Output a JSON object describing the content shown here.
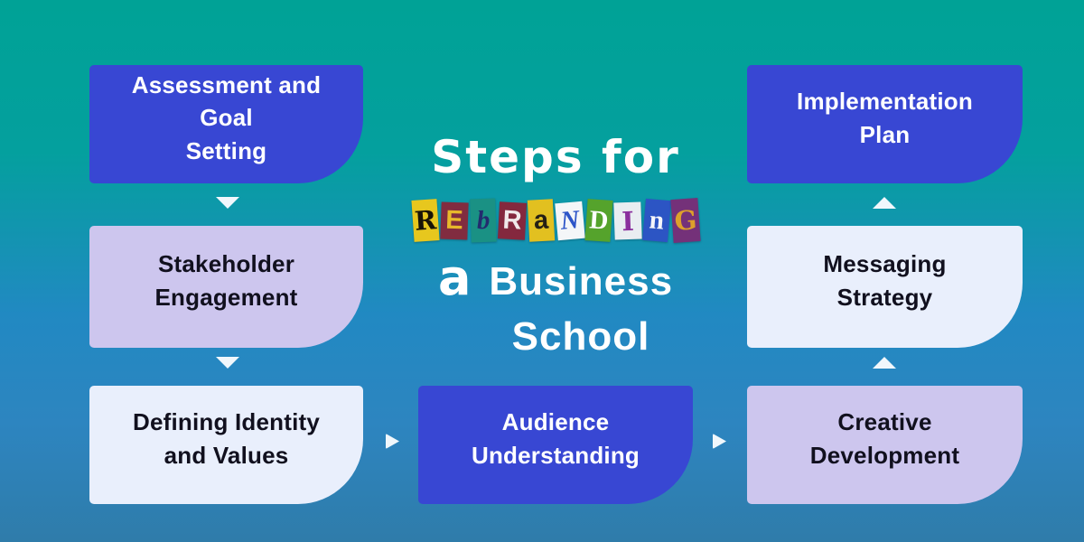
{
  "title": {
    "line1": "Steps for",
    "ransom_word": "REBRANDING",
    "ransom_letters": [
      {
        "char": "R",
        "bg": "#e7c71e",
        "fg": "#191407",
        "font": "dserif",
        "tilt": -4
      },
      {
        "char": "E",
        "bg": "#812c40",
        "fg": "#e8b92b",
        "font": "sans",
        "tilt": 2
      },
      {
        "char": "b",
        "bg": "#1a9184",
        "fg": "#232b6e",
        "font": "serif-italic",
        "tilt": -2
      },
      {
        "char": "R",
        "bg": "#84283e",
        "fg": "#f0e9ea",
        "font": "sans",
        "tilt": 3
      },
      {
        "char": "a",
        "bg": "#e2c020",
        "fg": "#252015",
        "font": "sans",
        "tilt": -3
      },
      {
        "char": "N",
        "bg": "#f4f6f8",
        "fg": "#2d55c8",
        "font": "serif-italic",
        "tilt": -5
      },
      {
        "char": "D",
        "bg": "#55a32c",
        "fg": "#ffffff",
        "font": "serif",
        "tilt": 4
      },
      {
        "char": "I",
        "bg": "#e9edf1",
        "fg": "#8a2f9d",
        "font": "dserif",
        "tilt": -2
      },
      {
        "char": "n",
        "bg": "#2c55c4",
        "fg": "#f5f6fa",
        "font": "serif",
        "tilt": 5
      },
      {
        "char": "G",
        "bg": "#743179",
        "fg": "#dda02b",
        "font": "dserif",
        "tilt": -4
      }
    ],
    "line2_article": "a",
    "line2_word": "Business",
    "line3": "School"
  },
  "steps": [
    {
      "id": "assessment",
      "label": "Assessment and Goal Setting",
      "lines": [
        "Assessment and Goal",
        "Setting"
      ]
    },
    {
      "id": "stakeholder",
      "label": "Stakeholder Engagement",
      "lines": [
        "Stakeholder",
        "Engagement"
      ]
    },
    {
      "id": "defining",
      "label": "Defining Identity and Values",
      "lines": [
        "Defining Identity",
        "and Values"
      ]
    },
    {
      "id": "audience",
      "label": "Audience Understanding",
      "lines": [
        "Audience",
        "Understanding"
      ]
    },
    {
      "id": "implementation",
      "label": "Implementation Plan",
      "lines": [
        "Implementation",
        "Plan"
      ]
    },
    {
      "id": "messaging",
      "label": "Messaging Strategy",
      "lines": [
        "Messaging",
        "Strategy"
      ]
    },
    {
      "id": "creative",
      "label": "Creative Development",
      "lines": [
        "Creative",
        "Development"
      ]
    }
  ],
  "colors": {
    "background_top": "#00a296",
    "background_bottom": "#2f7caa",
    "box_blue": "#3847d3",
    "box_lavender": "#cdc6ee",
    "box_white": "#e9effc",
    "box_text_dark": "#11101e",
    "box_text_light": "#ffffff",
    "arrow": "#f0f7fc"
  }
}
